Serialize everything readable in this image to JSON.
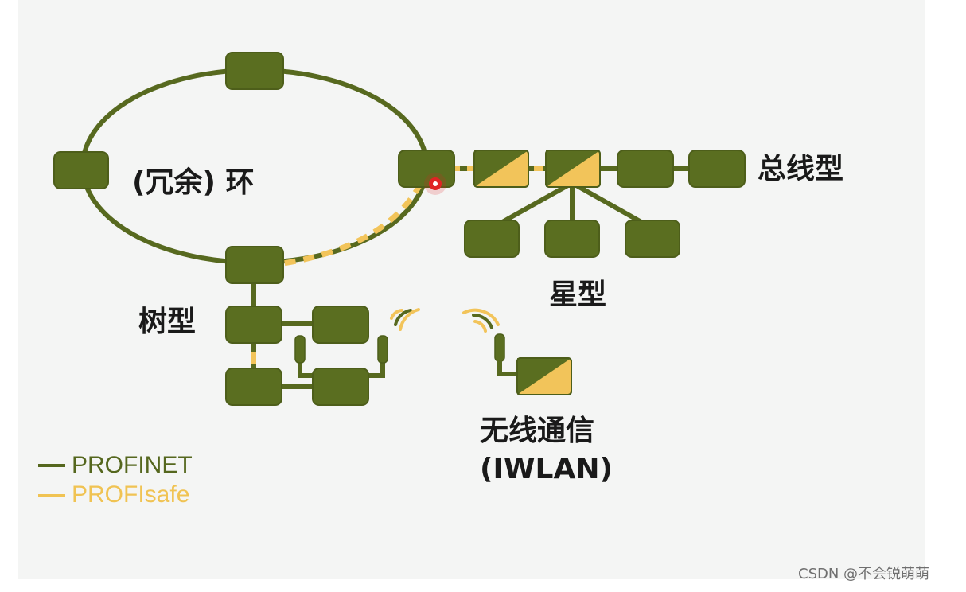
{
  "diagram": {
    "labels": {
      "ring": "(冗余) 环",
      "bus": "总线型",
      "star": "星型",
      "tree": "树型",
      "wireless_line1": "无线通信",
      "wireless_line2": "(IWLAN)"
    },
    "legend": [
      {
        "name": "PROFINET",
        "color": "#55671e"
      },
      {
        "name": "PROFIsafe",
        "color": "#f0c353"
      }
    ]
  },
  "colors": {
    "node_fill": "#5a6e20",
    "node_border": "#4d5e1a",
    "safe_yellow": "#f2c45a",
    "background": "#f4f5f4",
    "pointer_red": "#e02424"
  },
  "watermark": "CSDN @不会锐萌萌"
}
